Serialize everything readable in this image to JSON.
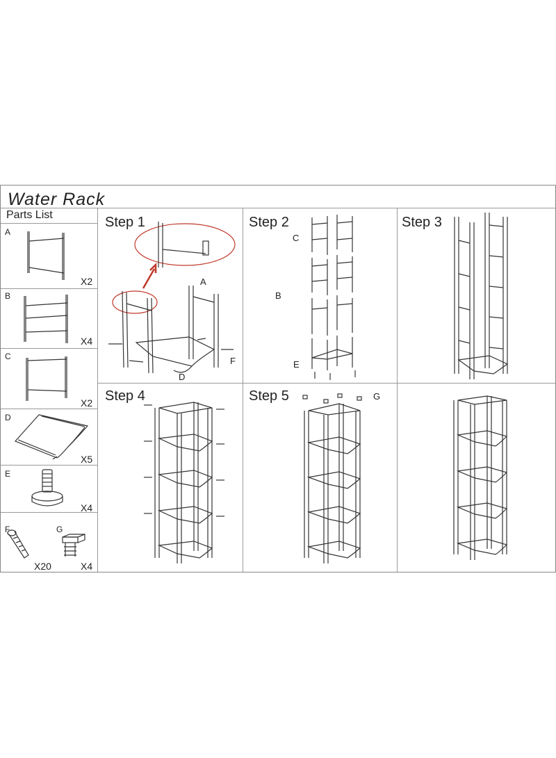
{
  "document": {
    "title": "Water Rack",
    "parts_list_label": "Parts List"
  },
  "parts": [
    {
      "letter": "A",
      "qty": "X2",
      "icon": "side-frame-2-rungs"
    },
    {
      "letter": "B",
      "qty": "X4",
      "icon": "side-frame-3-rungs"
    },
    {
      "letter": "C",
      "qty": "X2",
      "icon": "side-frame-top"
    },
    {
      "letter": "D",
      "qty": "X5",
      "icon": "curved-shelf"
    },
    {
      "letter": "E",
      "qty": "X4",
      "icon": "leveling-foot"
    },
    {
      "letter": "F",
      "qty": "X20",
      "icon": "screw"
    },
    {
      "letter": "G",
      "qty": "X4",
      "icon": "end-cap"
    }
  ],
  "steps": [
    {
      "label": "Step 1",
      "callouts": [
        "A",
        "D",
        "F"
      ]
    },
    {
      "label": "Step 2",
      "callouts": [
        "C",
        "B",
        "E"
      ]
    },
    {
      "label": "Step 3",
      "callouts": []
    },
    {
      "label": "Step 4",
      "callouts": []
    },
    {
      "label": "Step 5",
      "callouts": [
        "G"
      ]
    },
    {
      "label": "",
      "callouts": []
    }
  ],
  "colors": {
    "line": "#333333",
    "border": "#999999",
    "highlight": "#c0392b"
  }
}
